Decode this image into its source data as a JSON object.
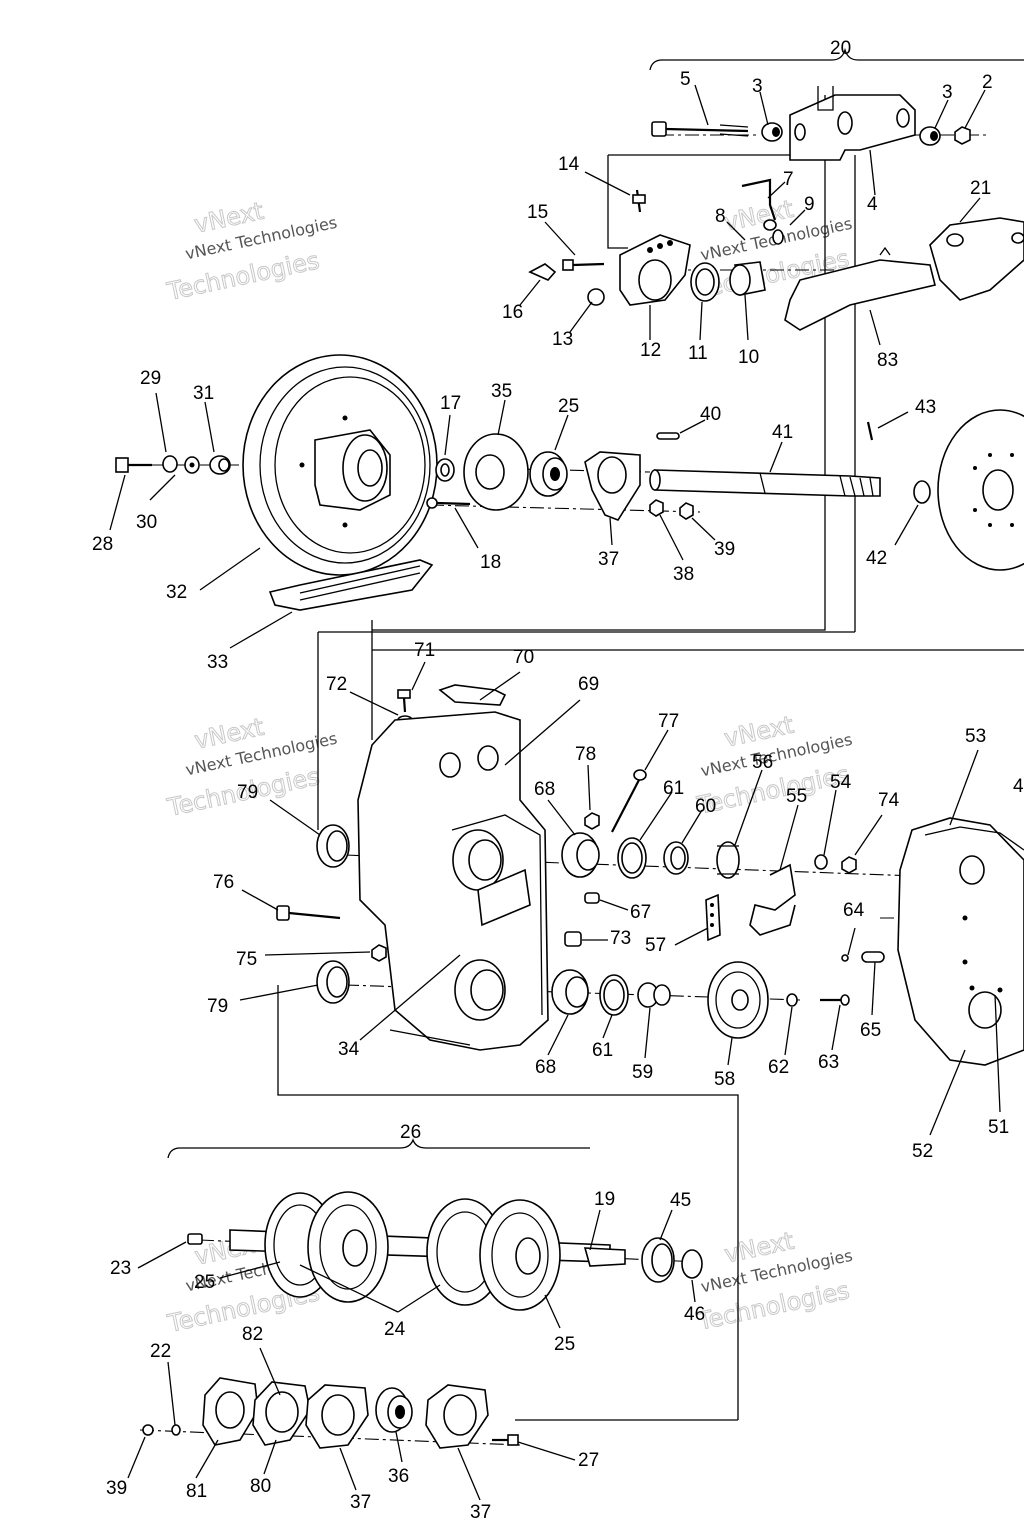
{
  "watermark": {
    "line1": "vNext",
    "line2": "vNext Technologies",
    "line3": "Technologies"
  },
  "groups": {
    "g20": "20",
    "g26": "26"
  },
  "labels": {
    "p2": "2",
    "p3a": "3",
    "p3b": "3",
    "p4": "4",
    "p5": "5",
    "p7": "7",
    "p8": "8",
    "p9": "9",
    "p10": "10",
    "p11": "11",
    "p12": "12",
    "p13": "13",
    "p14": "14",
    "p15": "15",
    "p16": "16",
    "p17": "17",
    "p18": "18",
    "p19": "19",
    "p21": "21",
    "p22": "22",
    "p23": "23",
    "p24": "24",
    "p25a": "25",
    "p25b": "25",
    "p25c": "25",
    "p27": "27",
    "p28": "28",
    "p29": "29",
    "p30": "30",
    "p31": "31",
    "p32": "32",
    "p33": "33",
    "p34": "34",
    "p35": "35",
    "p36": "36",
    "p37a": "37",
    "p37b": "37",
    "p37c": "37",
    "p38": "38",
    "p39a": "39",
    "p39b": "39",
    "p40": "40",
    "p41": "41",
    "p42": "42",
    "p43": "43",
    "p45": "45",
    "p46": "46",
    "p51": "51",
    "p52": "52",
    "p53": "53",
    "p54": "54",
    "p55": "55",
    "p56": "56",
    "p57": "57",
    "p58": "58",
    "p59": "59",
    "p60": "60",
    "p61a": "61",
    "p61b": "61",
    "p62": "62",
    "p63": "63",
    "p64": "64",
    "p65": "65",
    "p67": "67",
    "p68a": "68",
    "p68b": "68",
    "p69": "69",
    "p70": "70",
    "p71": "71",
    "p72": "72",
    "p73": "73",
    "p74": "74",
    "p75": "75",
    "p76": "76",
    "p77": "77",
    "p78": "78",
    "p79a": "79",
    "p79b": "79",
    "p80": "80",
    "p81": "81",
    "p82": "82",
    "p83": "83",
    "p4b": "4"
  }
}
